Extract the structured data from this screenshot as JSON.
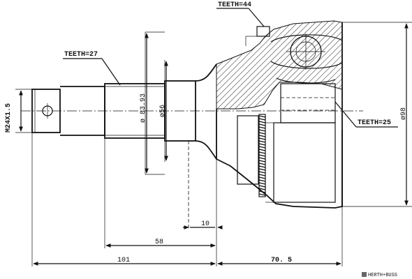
{
  "labels": {
    "teeth_top": "TEETH=44",
    "teeth_left": "TEETH=27",
    "teeth_right": "TEETH=25",
    "thread": "M24X1.5",
    "dia_8393": "ø 83.93",
    "dia_56": "ø56",
    "dia_98": "ø98",
    "dim_10": "10",
    "dim_58": "58",
    "dim_101": "101",
    "dim_705": "70. 5"
  },
  "brand": {
    "icon": "herth-buss-logo-icon",
    "text": "HERTH+BUSS"
  }
}
